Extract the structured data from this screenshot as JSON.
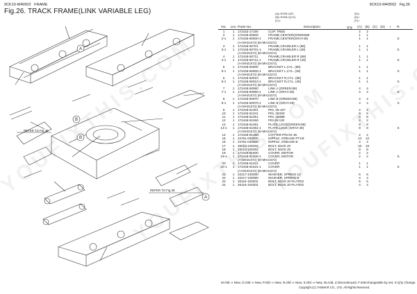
{
  "header": {
    "model": "9CK10-M40502",
    "section": "FRAME",
    "title": "Fig.26.  TRACK FRAME(LINK VARIABLE LEG)",
    "right_model": "9CK10-M40502",
    "right_fig": "Fig.26"
  },
  "drawing": {
    "callouts": [
      "A",
      "B",
      "B",
      "A"
    ],
    "refer1": "REFER TO Fig.38",
    "refer2": "REFER TO Fig.38"
  },
  "notes": {
    "a": "(A)=SV08-1(P)",
    "b": "(B)=SV08-1(CX)",
    "c": "(C)=",
    "d": "(D)=",
    "e": "(E)=",
    "f": "(F)="
  },
  "columns": {
    "no": "No.",
    "lev": "Lev.",
    "pn": "Parts No.",
    "desc": "Description",
    "qty": "Q'ty",
    "a": "(A)",
    "b": "(B)",
    "c": "(C)",
    "d": "(D)",
    "i": "I",
    "r": "R"
  },
  "rows": [
    {
      "no": "1",
      "lev": "1",
      "pn": "172152-17190",
      "desc": "CLIP, TREE",
      "a": "2",
      "b": "2",
      "r": ""
    },
    {
      "no": "2",
      "lev": "1",
      "pn": "172446-50500",
      "desc": "FRAME,CENTER(GREEN88",
      "a": "1",
      "b": "1",
      "r": ""
    },
    {
      "no": "2-1",
      "lev": "1",
      "pn": "172446-50500-1",
      "desc": "FRAME,CENTER(GRAY49)",
      "a": "1",
      "b": "1",
      "r": "S"
    },
    {
      "sub": "(A<MH21572)  (B<MH21572)"
    },
    {
      "no": "3",
      "lev": "1",
      "pn": "172446-50701",
      "desc": "FRAME,CRAWLER L (88)",
      "a": "1",
      "b": "1",
      "r": ""
    },
    {
      "no": "3-1",
      "lev": "1",
      "pn": "172446-50701-1",
      "desc": "FRAME,CRAWLER L (49)",
      "a": "1",
      "b": "1",
      "r": "S"
    },
    {
      "sub": "(A<MH21572)  (B<MH21572)"
    },
    {
      "no": "4",
      "lev": "1",
      "pn": "172446-50711",
      "desc": "FRAME,CRAWLER R (88)",
      "a": "1",
      "b": "1",
      "r": ""
    },
    {
      "no": "4-1",
      "lev": "1",
      "pn": "172446-50711-1",
      "desc": "FRAME,CRAWLER R (49)",
      "a": "1",
      "b": "1",
      "r": "S"
    },
    {
      "sub": "(A<MH21572)  (B<MH21572)"
    },
    {
      "no": "5",
      "lev": "1",
      "pn": "172446-50900",
      "desc": "BRACKET L,CYL. (88)",
      "a": "1",
      "b": "1",
      "r": ""
    },
    {
      "no": "5-1",
      "lev": "1",
      "pn": "172446-50900-1",
      "desc": "BRACKET L,CYL. (49)",
      "a": "1",
      "b": "1",
      "r": "S"
    },
    {
      "sub": "(A<MH21572)  (B<MH21572)"
    },
    {
      "no": "6",
      "lev": "1",
      "pn": "172446-50910",
      "desc": "BRACKET R,CYL. (88)",
      "a": "1",
      "b": "1",
      "r": ""
    },
    {
      "no": "6-1",
      "lev": "1",
      "pn": "172446-50910-1",
      "desc": "BRACKET R,CYL. (49)",
      "a": "1",
      "b": "1",
      "r": "S"
    },
    {
      "sub": "(A<MH21572)  (B<MH21572)"
    },
    {
      "no": "7",
      "lev": "1",
      "pn": "172446-50960",
      "desc": "LINK A   (GREEN:88)",
      "a": "4",
      "b": "4",
      "r": ""
    },
    {
      "no": "7-1",
      "lev": "1",
      "pn": "172446-50960-1",
      "desc": "LINK A   (GRAY:49)",
      "a": "4",
      "b": "4",
      "r": "S"
    },
    {
      "sub": "(A<MH21572)  (B<MH21572)"
    },
    {
      "no": "8",
      "lev": "1",
      "pn": "172446-50970",
      "desc": "LINK B   (GREEN:88)",
      "a": "4",
      "b": "4",
      "r": ""
    },
    {
      "no": "8-1",
      "lev": "1",
      "pn": "172446-50970-1",
      "desc": "LINK B   (GRAY:49)",
      "a": "4",
      "b": "4",
      "r": "S"
    },
    {
      "sub": "(A<MH21572)  (B<MH21572)"
    },
    {
      "no": "9",
      "lev": "1",
      "pn": "172446-51001",
      "desc": "PIN, 25-197",
      "a": "2",
      "b": "2",
      "r": ""
    },
    {
      "no": "10",
      "lev": "1",
      "pn": "172446-51041",
      "desc": "PIN, 25X80",
      "a": "6",
      "b": "6",
      "r": ""
    },
    {
      "no": "11",
      "lev": "1",
      "pn": "172446-51051",
      "desc": "PIN, 25X89",
      "a": "8",
      "b": "8",
      "r": ""
    },
    {
      "no": "12",
      "lev": "1",
      "pn": "172446-51060",
      "desc": "PIN 25-130",
      "a": "2",
      "b": "2",
      "r": ""
    },
    {
      "no": "13",
      "lev": "1",
      "pn": "172446-51081",
      "desc": "PLATE,LOCK(GREEN:88)",
      "a": "8",
      "b": "8",
      "r": ""
    },
    {
      "no": "13-1",
      "lev": "1",
      "pn": "172446-51081-1",
      "desc": "PLATE,LOCK (GRAY:49)",
      "a": "8",
      "b": "8",
      "r": "S"
    },
    {
      "sub": "(A<MH21572)  (B<MH21572)"
    },
    {
      "no": "14",
      "lev": "1",
      "pn": "172155-81390",
      "desc": "COTTER PIN 6X 35",
      "a": "2",
      "b": "2",
      "r": ""
    },
    {
      "no": "15",
      "lev": "1",
      "pn": "24761-020000",
      "desc": "NIPPLE, GREASE PT1/8",
      "a": "12",
      "b": "12",
      "r": ""
    },
    {
      "no": "16",
      "lev": "1",
      "pn": "24761-040000",
      "desc": "NIPPLE, GREASE B",
      "a": "4",
      "b": "4",
      "r": ""
    },
    {
      "no": "17",
      "lev": "1",
      "pn": "26013-100202",
      "desc": "BOLT, M10X 20",
      "a": "16",
      "b": "16",
      "r": ""
    },
    {
      "no": "18",
      "lev": "1",
      "pn": "26013-100252",
      "desc": "BOLT, M10X 25",
      "a": "8",
      "b": "8",
      "r": ""
    },
    {
      "no": "19",
      "lev": "1",
      "pn": "172446-61500",
      "desc": "COVER, MOTOR",
      "a": "2",
      "b": "2",
      "r": ""
    },
    {
      "no": "19-1",
      "lev": "1",
      "pn": "172446-61500-1",
      "desc": "COVER, MOTOR",
      "a": "2",
      "b": "2",
      "r": "S"
    },
    {
      "sub": "(A<MH21572)  (B<MH21572)"
    },
    {
      "no": "20",
      "lev": "1",
      "pn": "172446-61531",
      "desc": "COVER",
      "a": "1",
      "b": "1",
      "r": ""
    },
    {
      "no": "20-1",
      "lev": "1",
      "pn": "172446-61531-1",
      "desc": "COVER",
      "a": "1",
      "b": "1",
      "r": "S"
    },
    {
      "sub": "(A<MH21572)  (B<MH21572)"
    },
    {
      "no": "21",
      "lev": "1",
      "pn": "22217-100000",
      "desc": "WASHER, SPRING 10",
      "a": "6",
      "b": "6",
      "r": ""
    },
    {
      "no": "22",
      "lev": "1",
      "pn": "22217-100080",
      "desc": "WASHER, SPRING 8",
      "a": "4",
      "b": "4",
      "r": ""
    },
    {
      "no": "23",
      "lev": "1",
      "pn": "26116-100202",
      "desc": "BOLT, M10X 20 PLATED",
      "a": "6",
      "b": "6",
      "r": ""
    },
    {
      "no": "24",
      "lev": "1",
      "pn": "26116-100202",
      "desc": "BOLT, M10X 20 PLATED",
      "a": "4",
      "b": "4",
      "r": ""
    }
  ],
  "footer": {
    "legend": "M.Old ⇒ New,  O.Old ⇒ New,  P.Old ⇒ New,  N.Old ⇒ New,  S.Old ⇒ New,  W.Add,  Z.Discontinued,  F.Interchangeable by set,  K.Q'ty Change",
    "copyright": "Copyright (C)  YANMAR CO., LTD. All Rights Reserved."
  },
  "watermark": "YOUFIXTHIS.COM"
}
